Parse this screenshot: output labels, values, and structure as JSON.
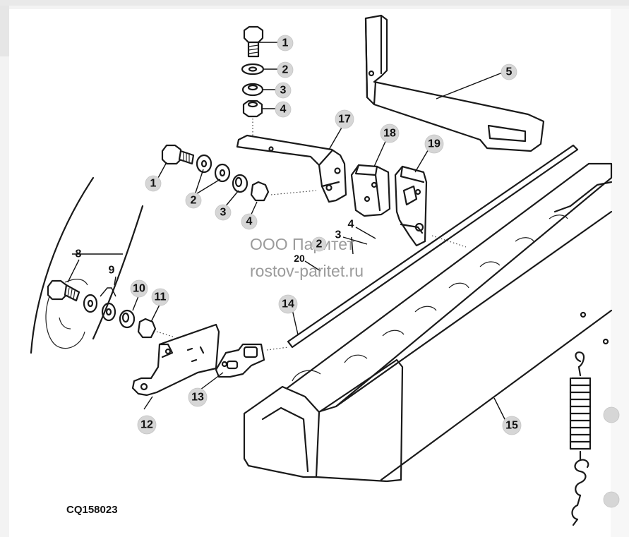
{
  "figure_code": "CQ158023",
  "watermark": {
    "line1": "ООО Паритет",
    "line2": "rostov-paritet.ru"
  },
  "callouts": [
    {
      "id": "c1a",
      "label": "1"
    },
    {
      "id": "c2a",
      "label": "2"
    },
    {
      "id": "c3a",
      "label": "3"
    },
    {
      "id": "c4a",
      "label": "4"
    },
    {
      "id": "c5",
      "label": "5"
    },
    {
      "id": "c17",
      "label": "17"
    },
    {
      "id": "c18",
      "label": "18"
    },
    {
      "id": "c19",
      "label": "19"
    },
    {
      "id": "c1b",
      "label": "1"
    },
    {
      "id": "c2b",
      "label": "2"
    },
    {
      "id": "c3b",
      "label": "3"
    },
    {
      "id": "c4b",
      "label": "4"
    },
    {
      "id": "c4c",
      "label": "4"
    },
    {
      "id": "c3c",
      "label": "3"
    },
    {
      "id": "c2c",
      "label": "2"
    },
    {
      "id": "c20",
      "label": "20"
    },
    {
      "id": "c8",
      "label": "8"
    },
    {
      "id": "c9",
      "label": "9"
    },
    {
      "id": "c10",
      "label": "10"
    },
    {
      "id": "c11",
      "label": "11"
    },
    {
      "id": "c14",
      "label": "14"
    },
    {
      "id": "c12",
      "label": "12"
    },
    {
      "id": "c13",
      "label": "13"
    },
    {
      "id": "c15",
      "label": "15"
    }
  ]
}
